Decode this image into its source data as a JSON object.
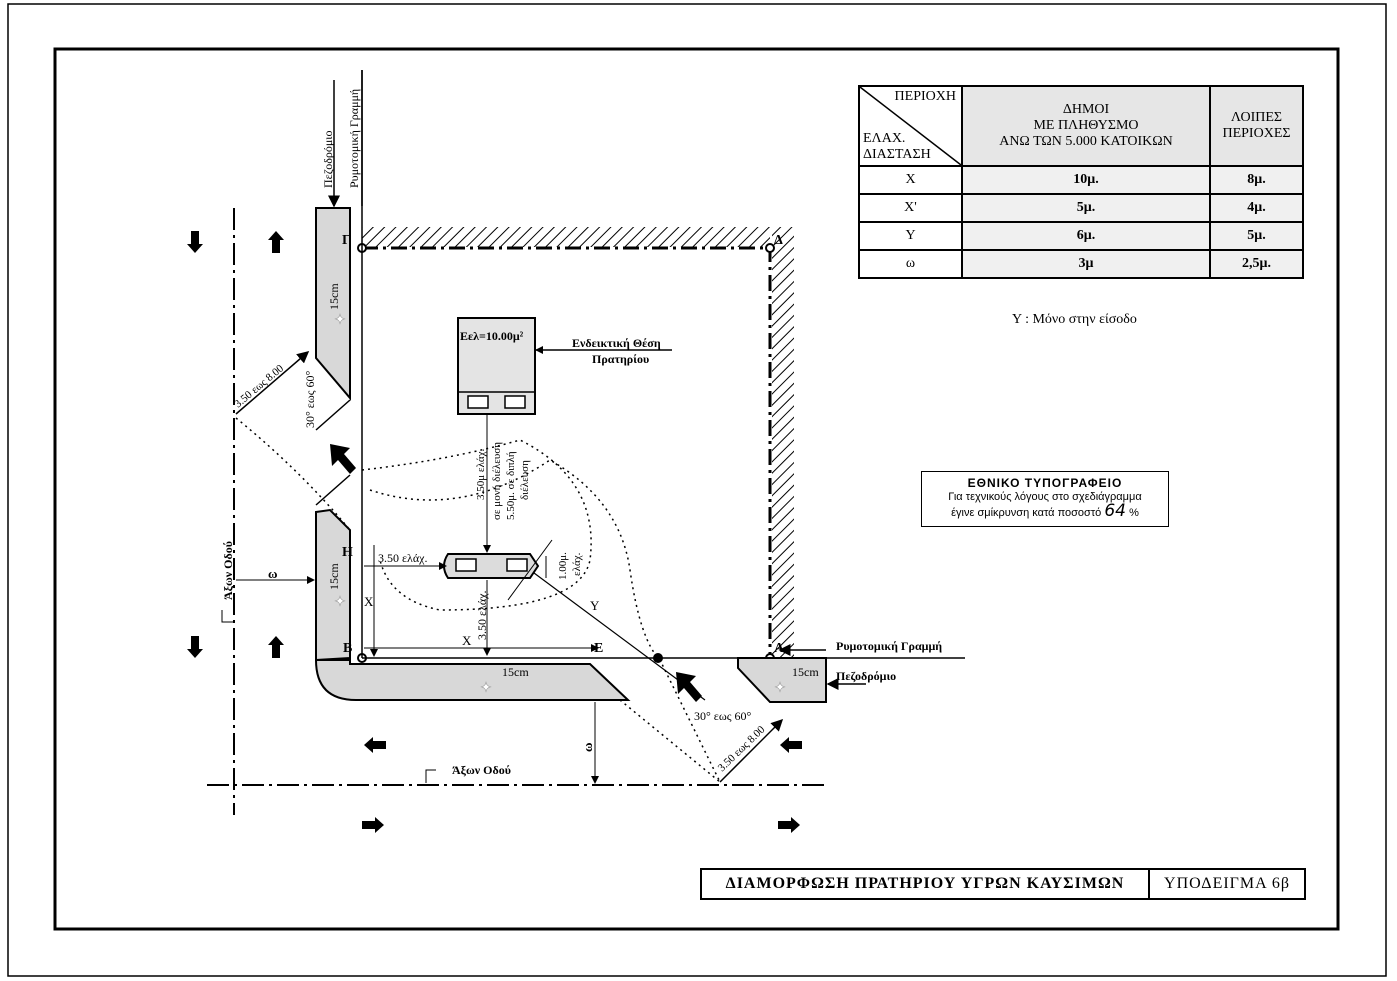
{
  "table": {
    "header_col1_top": "ΠΕΡΙΟΧΗ",
    "header_col1_bottom_1": "ΕΛΑΧ.",
    "header_col1_bottom_2": "ΔΙΑΣΤΑΣΗ",
    "header_col2": [
      "ΔΗΜΟΙ",
      "ΜΕ ΠΛΗΘΥΣΜΟ",
      "ΑΝΩ ΤΩΝ 5.000 ΚΑΤΟΙΚΩΝ"
    ],
    "header_col3": [
      "ΛΟΙΠΕΣ",
      "ΠΕΡΙΟΧΕΣ"
    ],
    "rows": [
      {
        "dim": "Χ",
        "dimoi": "10μ.",
        "loipes": "8μ."
      },
      {
        "dim": "Χ'",
        "dimoi": "5μ.",
        "loipes": "4μ."
      },
      {
        "dim": "Υ",
        "dimoi": "6μ.",
        "loipes": "5μ."
      },
      {
        "dim": "ω",
        "dimoi": "3μ",
        "loipes": "2,5μ."
      }
    ]
  },
  "note": "Υ : Μόνο στην είσοδο",
  "stamp": {
    "title": "ΕΘΝΙΚΟ ΤΥΠΟΓΡΑΦΕΙΟ",
    "line1": "Για τεχνικούς λόγους στο σχεδιάγραμμα",
    "line2_prefix": "έγινε σμίκρυνση κατά ποσοστό",
    "percent": "64",
    "percent_sign": "%"
  },
  "title_block": {
    "title": "ΔΙΑΜΟΡΦΩΣΗ ΠΡΑΤΗΡΙΟΥ ΥΓΡΩΝ ΚΑΥΣΙΜΩΝ",
    "sample": "ΥΠΟΔΕΙΓΜΑ 6β"
  },
  "drawing": {
    "points": {
      "G": "Γ",
      "D": "Δ",
      "H": "Η",
      "B": "Β",
      "E": "Ε",
      "A": "Α"
    },
    "building_area": "Eελ=10.00μ²",
    "station_label_1": "Ενδεικτική Θέση",
    "station_label_2": "Πρατηρίου",
    "top_left_sidewalk": "Πεζοδρόμιο",
    "top_left_building_line": "Ρυμοτομική Γραμμή",
    "right_building_line": "Ρυμοτομική Γραμμή",
    "right_sidewalk": "Πεζοδρόμιο",
    "curb": "15cm",
    "road_axis_left": "Άξων Οδού",
    "road_axis_bottom": "Άξων Οδού",
    "omega": "ω",
    "x_label": "X",
    "xp_label": "X'",
    "y_label": "Υ",
    "angle_left": "30° εως 60°",
    "angle_bottom": "30° εως 60°",
    "width_left": "3.50 εως 8.00",
    "width_bottom": "3.50 εως 8.00",
    "dist_350": "3.50 ελάχ.",
    "dist_vertical": "3.50 ελάχ.",
    "dist_single_1": "3.50μ ελάχ.",
    "dist_single_2": "σε μονή διέλευση",
    "dist_double_1": "5.50μ. σε διπλή",
    "dist_double_2": "διέλευση",
    "dist_100_1": "1.00μ.",
    "dist_100_2": "ελάχ."
  }
}
